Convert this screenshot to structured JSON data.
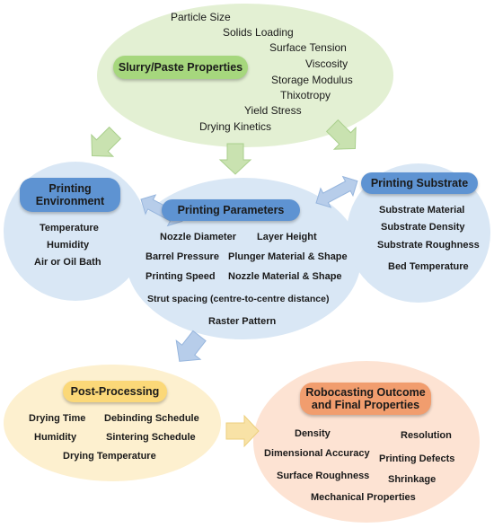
{
  "slurry": {
    "title": "Slurry/Paste Properties",
    "items": [
      "Particle Size",
      "Solids Loading",
      "Surface Tension",
      "Viscosity",
      "Storage Modulus",
      "Thixotropy",
      "Yield Stress",
      "Drying Kinetics"
    ]
  },
  "environment": {
    "title_line1": "Printing",
    "title_line2": "Environment",
    "items": [
      "Temperature",
      "Humidity",
      "Air or Oil Bath"
    ]
  },
  "parameters": {
    "title": "Printing Parameters",
    "items": [
      "Nozzle Diameter",
      "Layer Height",
      "Barrel Pressure",
      "Plunger Material & Shape",
      "Printing Speed",
      "Nozzle Material & Shape",
      "Strut spacing (centre-to-centre distance)",
      "Raster Pattern"
    ]
  },
  "substrate": {
    "title": "Printing Substrate",
    "items": [
      "Substrate Material",
      "Substrate Density",
      "Substrate Roughness",
      "Bed Temperature"
    ]
  },
  "post_processing": {
    "title": "Post-Processing",
    "items": [
      "Drying Time",
      "Debinding Schedule",
      "Humidity",
      "Sintering Schedule",
      "Drying Temperature"
    ]
  },
  "outcome": {
    "title_line1": "Robocasting Outcome",
    "title_line2": "and Final Properties",
    "items": [
      "Density",
      "Resolution",
      "Dimensional Accuracy",
      "Printing Defects",
      "Surface Roughness",
      "Shrinkage",
      "Mechanical Properties"
    ]
  },
  "colors": {
    "green_fill": "#e3f0d3",
    "green_pill": "#a6d77d",
    "blue_fill": "#d9e7f5",
    "blue_pill": "#5e93d2",
    "yellow_fill": "#fdf0cf",
    "yellow_pill": "#fbd878",
    "orange_fill": "#fde3d3",
    "orange_pill": "#f19d6e",
    "arrow_green": "#c9e2b0",
    "arrow_blue": "#b7cdea",
    "arrow_yellow": "#f8e2a6"
  }
}
